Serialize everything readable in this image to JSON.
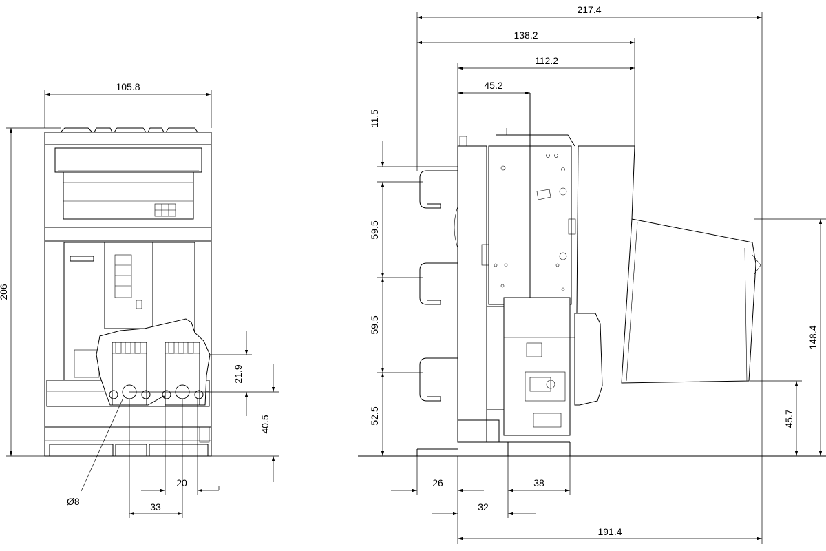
{
  "dimensions": {
    "front_width": "105.8",
    "front_height": "206",
    "terminal_offset": "21.9",
    "terminal_height": "40.5",
    "hole_diameter": "Ø8",
    "terminal_width": "20",
    "terminal_pitch": "33",
    "overall_depth": "217.4",
    "depth_138": "138.2",
    "depth_112": "112.2",
    "depth_45": "45.2",
    "top_offset": "11.5",
    "pitch_upper": "59.5",
    "pitch_lower": "59.5",
    "bottom_offset": "52.5",
    "base_26": "26",
    "base_38": "38",
    "base_32": "32",
    "base_depth": "191.4",
    "handle_height": "148.4",
    "handle_base": "45.7"
  }
}
